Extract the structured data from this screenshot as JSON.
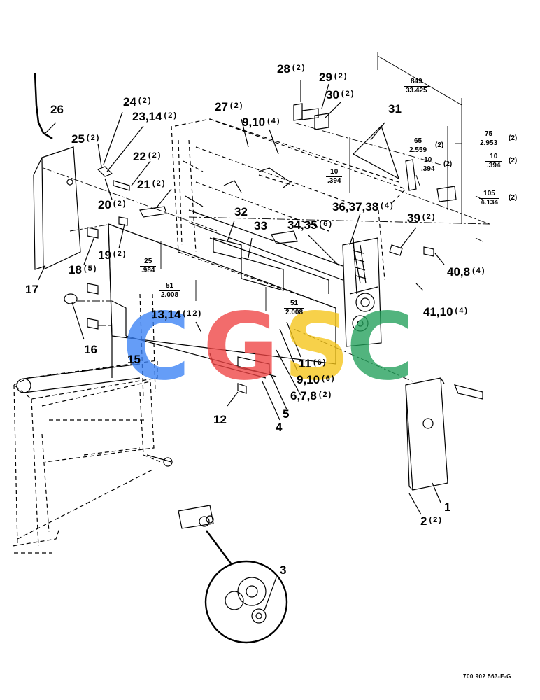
{
  "labels": [
    {
      "id": "26",
      "text": "26",
      "qty": ""
    },
    {
      "id": "24",
      "text": "24",
      "qty": "(2)"
    },
    {
      "id": "23_14",
      "text": "23,14",
      "qty": "(2)"
    },
    {
      "id": "25",
      "text": "25",
      "qty": "(2)"
    },
    {
      "id": "22",
      "text": "22",
      "qty": "(2)"
    },
    {
      "id": "21",
      "text": "21",
      "qty": "(2)"
    },
    {
      "id": "20",
      "text": "20",
      "qty": "(2)"
    },
    {
      "id": "19",
      "text": "19",
      "qty": "(2)"
    },
    {
      "id": "18",
      "text": "18",
      "qty": "(5)"
    },
    {
      "id": "17",
      "text": "17",
      "qty": ""
    },
    {
      "id": "16",
      "text": "16",
      "qty": ""
    },
    {
      "id": "15",
      "text": "15",
      "qty": ""
    },
    {
      "id": "13_14",
      "text": "13,14",
      "qty": "(12)"
    },
    {
      "id": "12",
      "text": "12",
      "qty": ""
    },
    {
      "id": "4",
      "text": "4",
      "qty": ""
    },
    {
      "id": "5",
      "text": "5",
      "qty": ""
    },
    {
      "id": "6_7_8",
      "text": "6,7,8",
      "qty": "(2)"
    },
    {
      "id": "9_10_b",
      "text": "9,10",
      "qty": "(6)"
    },
    {
      "id": "11",
      "text": "11",
      "qty": "(6)"
    },
    {
      "id": "27",
      "text": "27",
      "qty": "(2)"
    },
    {
      "id": "9_10_a",
      "text": "9,10",
      "qty": "(4)"
    },
    {
      "id": "28",
      "text": "28",
      "qty": "(2)"
    },
    {
      "id": "29",
      "text": "29",
      "qty": "(2)"
    },
    {
      "id": "30",
      "text": "30",
      "qty": "(2)"
    },
    {
      "id": "31",
      "text": "31",
      "qty": ""
    },
    {
      "id": "32",
      "text": "32",
      "qty": ""
    },
    {
      "id": "33",
      "text": "33",
      "qty": ""
    },
    {
      "id": "34_35",
      "text": "34,35",
      "qty": "(6)"
    },
    {
      "id": "36_37_38",
      "text": "36,37,38",
      "qty": "(4)"
    },
    {
      "id": "39",
      "text": "39",
      "qty": "(2)"
    },
    {
      "id": "40_8",
      "text": "40,8",
      "qty": "(4)"
    },
    {
      "id": "41_10",
      "text": "41,10",
      "qty": "(4)"
    },
    {
      "id": "1",
      "text": "1",
      "qty": ""
    },
    {
      "id": "2",
      "text": "2",
      "qty": "(2)"
    },
    {
      "id": "3",
      "text": "3",
      "qty": ""
    }
  ],
  "dimensions": [
    {
      "id": "d849",
      "top": "849",
      "bottom": "33.425",
      "qty": ""
    },
    {
      "id": "d75",
      "top": "75",
      "bottom": "2.953",
      "qty": "(2)"
    },
    {
      "id": "d65",
      "top": "65",
      "bottom": "2.559",
      "qty": "(2)"
    },
    {
      "id": "d10a",
      "top": "10",
      "bottom": ".394",
      "qty": "(2)"
    },
    {
      "id": "d10b",
      "top": "10",
      "bottom": ".394",
      "qty": "(2)"
    },
    {
      "id": "d105",
      "top": "105",
      "bottom": "4.134",
      "qty": "(2)"
    },
    {
      "id": "d10c",
      "top": "10",
      "bottom": ".394",
      "qty": ""
    },
    {
      "id": "d25",
      "top": "25",
      "bottom": ".984",
      "qty": ""
    },
    {
      "id": "d51a",
      "top": "51",
      "bottom": "2.008",
      "qty": ""
    },
    {
      "id": "d51b",
      "top": "51",
      "bottom": "2.008",
      "qty": ""
    }
  ],
  "drawing_code": "700 902 563-E-G",
  "watermark": {
    "letters": [
      "C",
      "G",
      "S",
      "C"
    ],
    "colors": [
      "#3b82f6",
      "#ef4444",
      "#f5c518",
      "#22a05a"
    ]
  }
}
